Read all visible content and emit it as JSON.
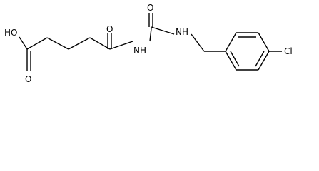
{
  "molecule": {
    "labels": {
      "hydroxyl": "HO",
      "carbonyl_oxygen_acid": "O",
      "carbonyl_oxygen_amide": "O",
      "carbonyl_oxygen_urea": "O",
      "imide_nh": "NH",
      "urea_nh": "NH",
      "chlorine": "Cl"
    },
    "colors": {
      "bond": "#000000",
      "text": "#000000",
      "background": "#ffffff"
    }
  }
}
